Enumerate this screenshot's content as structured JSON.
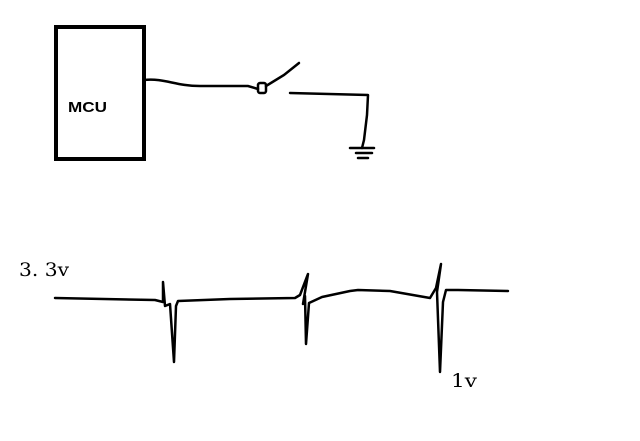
{
  "diagram": {
    "mcu_label": "MCU",
    "voltage_high_label": "3. 3v",
    "voltage_low_label": "1v"
  },
  "colors": {
    "ink": "#000000",
    "background": "#ffffff"
  }
}
